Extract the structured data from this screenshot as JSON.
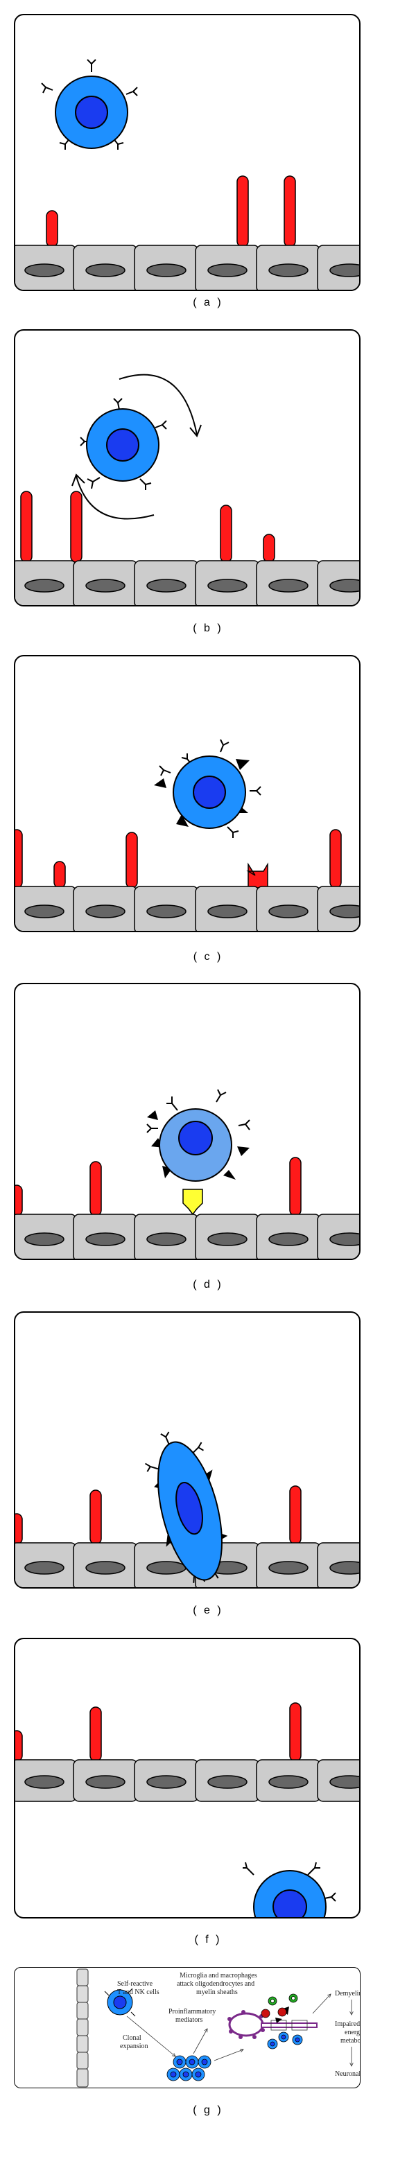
{
  "panels": [
    {
      "id": "a",
      "label": "( a )"
    },
    {
      "id": "b",
      "label": "( b )"
    },
    {
      "id": "c",
      "label": "( c )"
    },
    {
      "id": "d",
      "label": "( d )"
    },
    {
      "id": "e",
      "label": "( e )"
    },
    {
      "id": "f",
      "label": "( f )"
    },
    {
      "id": "g",
      "label": "( g )"
    }
  ],
  "diagram_g": {
    "self_reactive": [
      "Self-reactive",
      "T and NK cells"
    ],
    "clonal": [
      "Clonal",
      "expansion"
    ],
    "proinflammatory": [
      "Proinflammatory",
      "mediators"
    ],
    "microglia": [
      "Microglia and macrophages",
      "attack oligodendrocytes and",
      "myelin sheaths"
    ],
    "demyelination": "Demyelination",
    "impaired": [
      "Impaired axonal",
      "energy",
      "metabolism"
    ],
    "neuronal_death": "Neuronal death"
  },
  "colors": {
    "cell_outer": "#1e90ff",
    "cell_nucleus": "#1a3cf0",
    "cell_grey": "#cccccc",
    "nucleus_grey": "#666666",
    "red_receptor": "#ff1a1a",
    "yellow_ligand": "#ffff33"
  }
}
